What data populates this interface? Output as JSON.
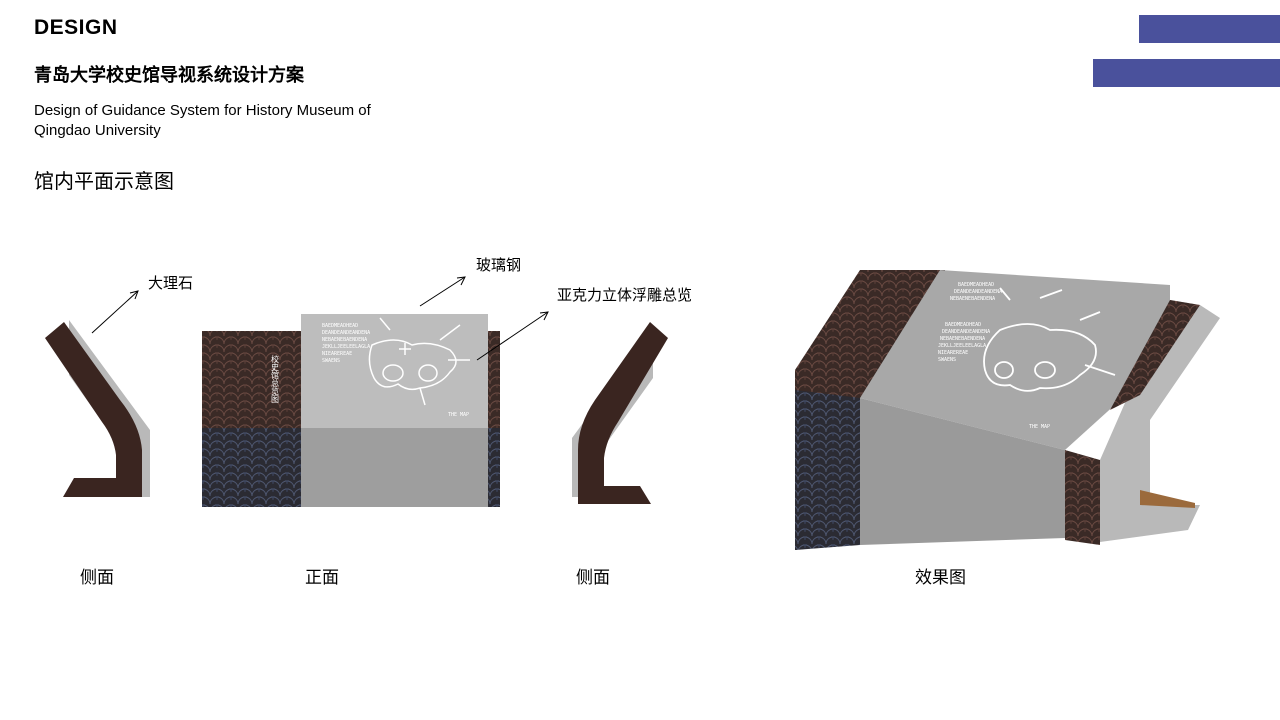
{
  "header": {
    "brand": "DESIGN",
    "title_cn": "青岛大学校史馆导视系统设计方案",
    "title_en": "Design of Guidance System for History Museum of Qingdao University",
    "section": "馆内平面示意图"
  },
  "colors": {
    "accent": "#4a519c",
    "panel_dark": "#3a2a26",
    "panel_light": "#b8b8b8",
    "board": "#9c9c9c"
  },
  "callouts": {
    "marble": "大理石",
    "frp": "玻璃钢",
    "acrylic": "亚克力立体浮雕总览"
  },
  "views": {
    "side_left": "侧面",
    "front": "正面",
    "side_right": "侧面",
    "render": "效果图"
  },
  "sign": {
    "vertical_title": "校史馆总览图",
    "map_caption": "THE MAP"
  }
}
